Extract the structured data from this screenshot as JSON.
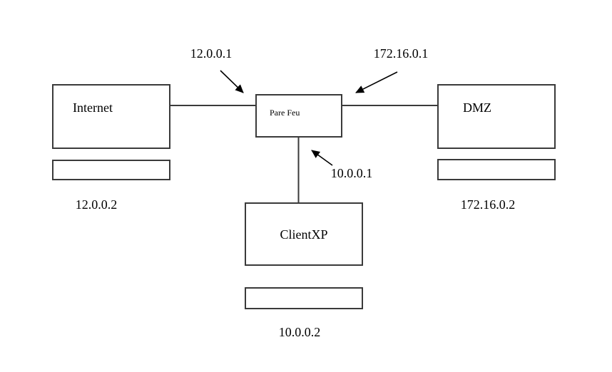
{
  "diagram": {
    "type": "network-topology",
    "background_color": "#ffffff",
    "line_color": "#3a3a3a",
    "text_color": "#000000",
    "nodes": {
      "internet": {
        "label": "Internet"
      },
      "firewall": {
        "label": "Pare Feu"
      },
      "dmz": {
        "label": "DMZ"
      },
      "clientxp": {
        "label": "ClientXP"
      }
    },
    "ip_labels": {
      "firewall_wan": "12.0.0.1",
      "firewall_dmz": "172.16.0.1",
      "firewall_lan": "10.0.0.1",
      "internet_host": "12.0.0.2",
      "dmz_host": "172.16.0.2",
      "clientxp_host": "10.0.0.2"
    },
    "edges": [
      {
        "from": "internet",
        "to": "firewall"
      },
      {
        "from": "firewall",
        "to": "dmz"
      },
      {
        "from": "firewall",
        "to": "clientxp"
      }
    ]
  }
}
